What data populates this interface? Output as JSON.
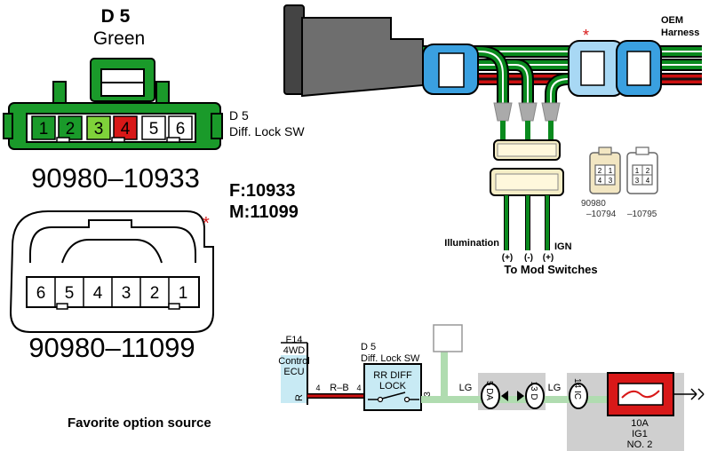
{
  "connector_d5": {
    "title": "D 5",
    "color_name": "Green",
    "pins": [
      "1",
      "2",
      "3",
      "4",
      "5",
      "6"
    ],
    "side_label_1": "D 5",
    "side_label_2": "Diff.  Lock SW",
    "part_number": "90980–10933"
  },
  "part_numbers_note": {
    "female": "F:10933",
    "male": "M:11099"
  },
  "connector_11099": {
    "pins": [
      "6",
      "5",
      "4",
      "3",
      "2",
      "1"
    ],
    "part_number": "90980–11099",
    "asterisk": "*"
  },
  "harness": {
    "oem_label_1": "OEM",
    "oem_label_2": "Harness",
    "asterisk": "*",
    "illumination_label": "Illumination",
    "ign_label": "IGN",
    "plus_1": "(+)",
    "minus": "(-)",
    "plus_2": "(+)",
    "to_mod_label": "To Mod Switches",
    "colors": {
      "green": "#0a8a1e",
      "red": "#cc1010",
      "black": "#111111",
      "connector_blue": "#3aa0e0"
    }
  },
  "small_connectors": {
    "left_pins": [
      "2",
      "1",
      "4",
      "3"
    ],
    "right_pins": [
      "1",
      "2",
      "3",
      "4"
    ],
    "left_part_1": "90980",
    "left_part_2": "–10794",
    "right_part": "–10795"
  },
  "schematic": {
    "ecu_1": "F14",
    "ecu_2": "4WD",
    "ecu_3": "Control",
    "ecu_4": "ECU",
    "ecu_pin": "R",
    "pin_4a": "4",
    "wire_rb": "R–B",
    "pin_4b": "4",
    "switch_id": "D 5",
    "switch_name": "Diff.  Lock SW",
    "switch_box_1": "RR DIFF",
    "switch_box_2": "LOCK",
    "pin_3": "3",
    "wire_lg_1": "LG",
    "conn_5da": "5 DA",
    "conn_13d": "13 D",
    "wire_lg_2": "LG",
    "conn_14ic": "14 IC",
    "fuse_1": "10A",
    "fuse_2": "IG1",
    "fuse_3": "NO. 2"
  },
  "footer_note": "Favorite option source"
}
